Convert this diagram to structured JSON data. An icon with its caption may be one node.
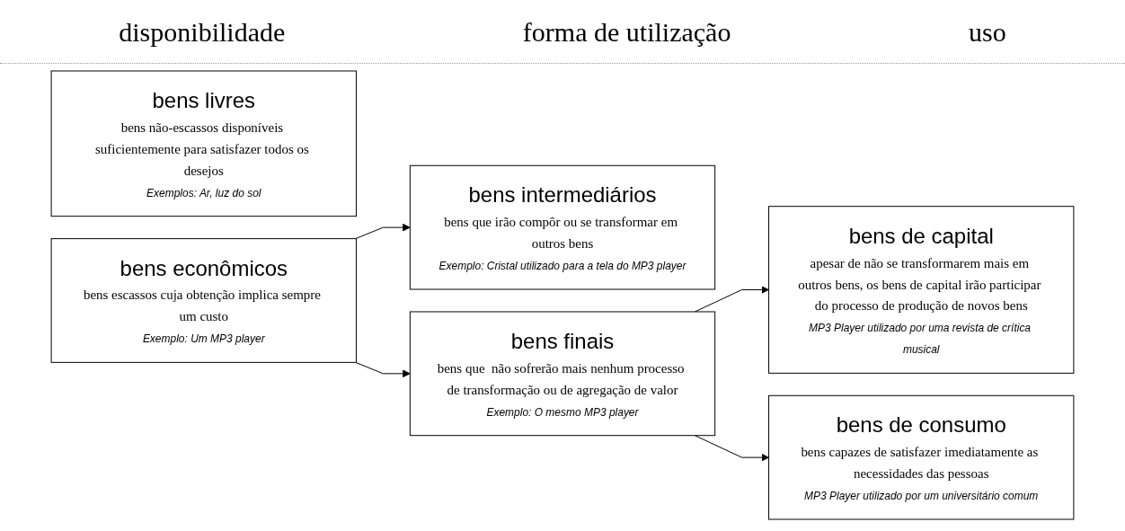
{
  "diagram": {
    "nodes": [
      {
        "text": [
          "bens livres",
          "bens não-escassos disponíveis suficientemente para satisfazer todos os desejos",
          "Exemplos: Ar, luz do sol"
        ]
      },
      {
        "text": [
          "bens econômicos",
          "bens escassos cuja obtenção implica sempre um custo",
          "Exemplo: Um MP3 player"
        ]
      },
      {
        "text": [
          "bens intermediários",
          "bens que irão compôr ou se transformar em outros bens",
          "Exemplo: Cristal utilizado para a tela do MP3 player"
        ]
      },
      {
        "text": [
          "bens finais",
          "bens que  não sofrerão mais nenhum processo de transformação ou de agregação de valor",
          "Exemplo: O mesmo MP3 player"
        ]
      },
      {
        "text": [
          "bens de capital",
          "apesar de não se transformarem mais em outros bens, os bens de capital irão participar do processo de produção de novos bens",
          "MP3 Player utilizado por uma revista de crítica musical"
        ]
      },
      {
        "text": [
          "bens de consumo",
          "bens capazes de satisfazer imediatamente as necessidades das pessoas",
          "MP3 Player utilizado por um universitário comum"
        ]
      }
    ],
    "edges": [
      {
        "from": 1,
        "to": 2,
        "arrow": "to"
      },
      {
        "from": 1,
        "to": 3,
        "arrow": "to"
      },
      {
        "from": 3,
        "to": 4,
        "arrow": "to"
      },
      {
        "from": 3,
        "to": 5,
        "arrow": "to"
      }
    ],
    "labels": [
      "disponibilidade",
      "forma de utilização",
      "uso"
    ]
  }
}
